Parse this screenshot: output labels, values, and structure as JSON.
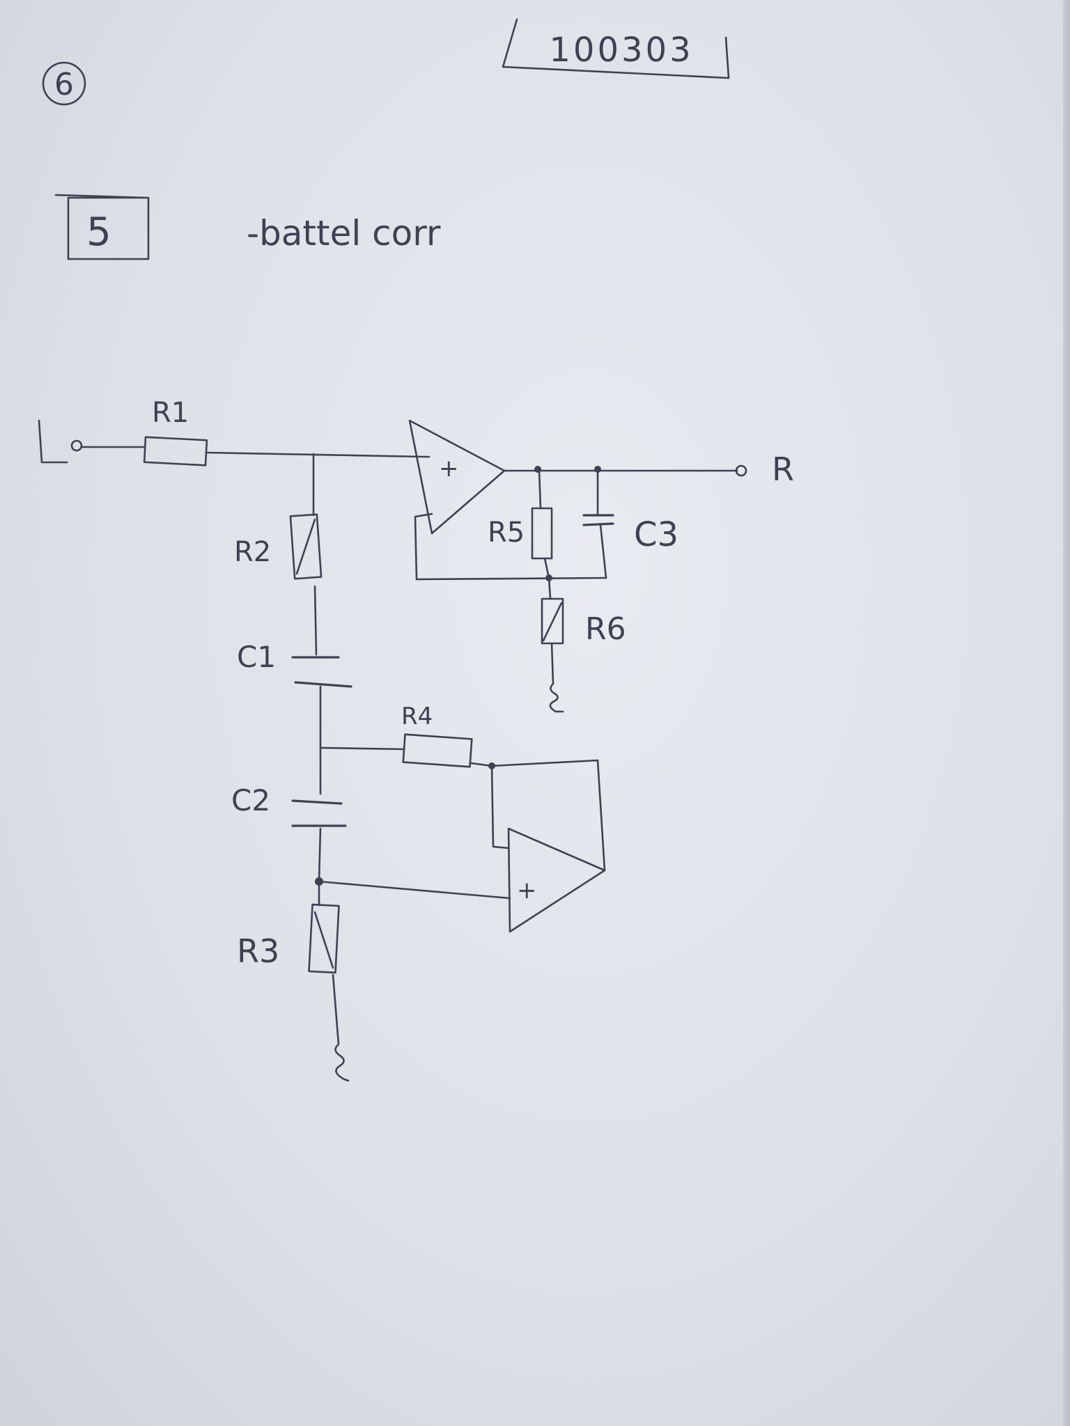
{
  "header": {
    "page_number": "6",
    "sheet_code": "100303",
    "section_number": "5",
    "note": "-battel corr"
  },
  "labels": {
    "input_terminal": "L",
    "output_terminal": "R",
    "r1": "R1",
    "r2": "R2",
    "r3": "R3",
    "r4": "R4",
    "r5": "R5",
    "r6": "R6",
    "c1": "C1",
    "c2": "C2",
    "c3": "C3",
    "opamp_plus": "+"
  },
  "colors": {
    "ink": "#3d4252",
    "paper": "#e3e6ec"
  }
}
